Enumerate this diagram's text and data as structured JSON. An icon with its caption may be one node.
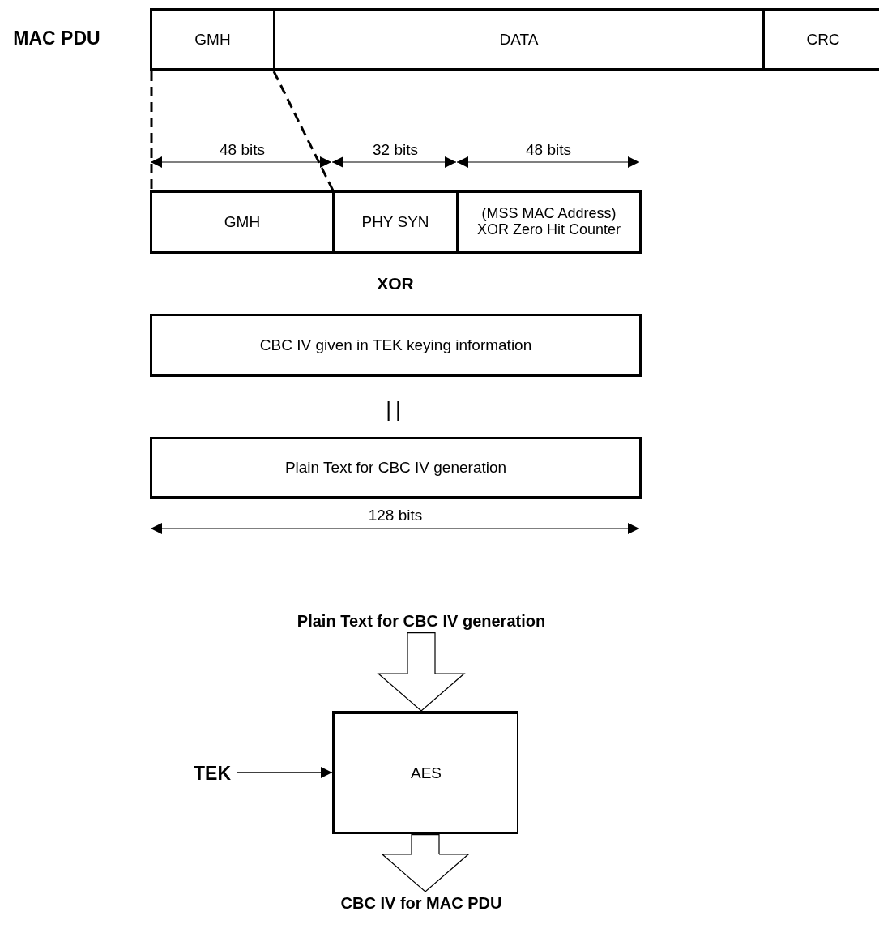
{
  "diagram": {
    "nodes": [
      {
        "text": [
          "GMH"
        ]
      },
      {
        "text": [
          "DATA"
        ]
      },
      {
        "text": [
          "CRC"
        ]
      },
      {
        "text": [
          "GMH"
        ]
      },
      {
        "text": [
          "PHY SYN"
        ]
      },
      {
        "text": [
          "(MSS MAC Address) XOR Zero Hit Counter"
        ]
      },
      {
        "text": [
          "CBC IV given in TEK keying information"
        ]
      },
      {
        "text": [
          "Plain Text for CBC IV generation"
        ]
      },
      {
        "text": [
          "Plain Text for CBC IV generation"
        ]
      },
      {
        "text": [
          "TEK"
        ]
      },
      {
        "text": [
          "AES"
        ]
      },
      {
        "text": [
          "CBC IV for MAC PDU"
        ]
      }
    ],
    "edges": [
      {
        "from": 0,
        "to": 3,
        "arrow": "none",
        "style": "dashed"
      },
      {
        "from": 0,
        "to": 3,
        "arrow": "none",
        "style": "dashed"
      },
      {
        "from": 8,
        "to": 10,
        "arrow": "to",
        "style": "thick"
      },
      {
        "from": 9,
        "to": 10,
        "arrow": "to"
      },
      {
        "from": 10,
        "to": 11,
        "arrow": "to",
        "style": "thick"
      }
    ],
    "labels": [
      "MAC PDU",
      "48 bits",
      "32 bits",
      "48 bits",
      "XOR",
      "||",
      "128 bits"
    ]
  }
}
